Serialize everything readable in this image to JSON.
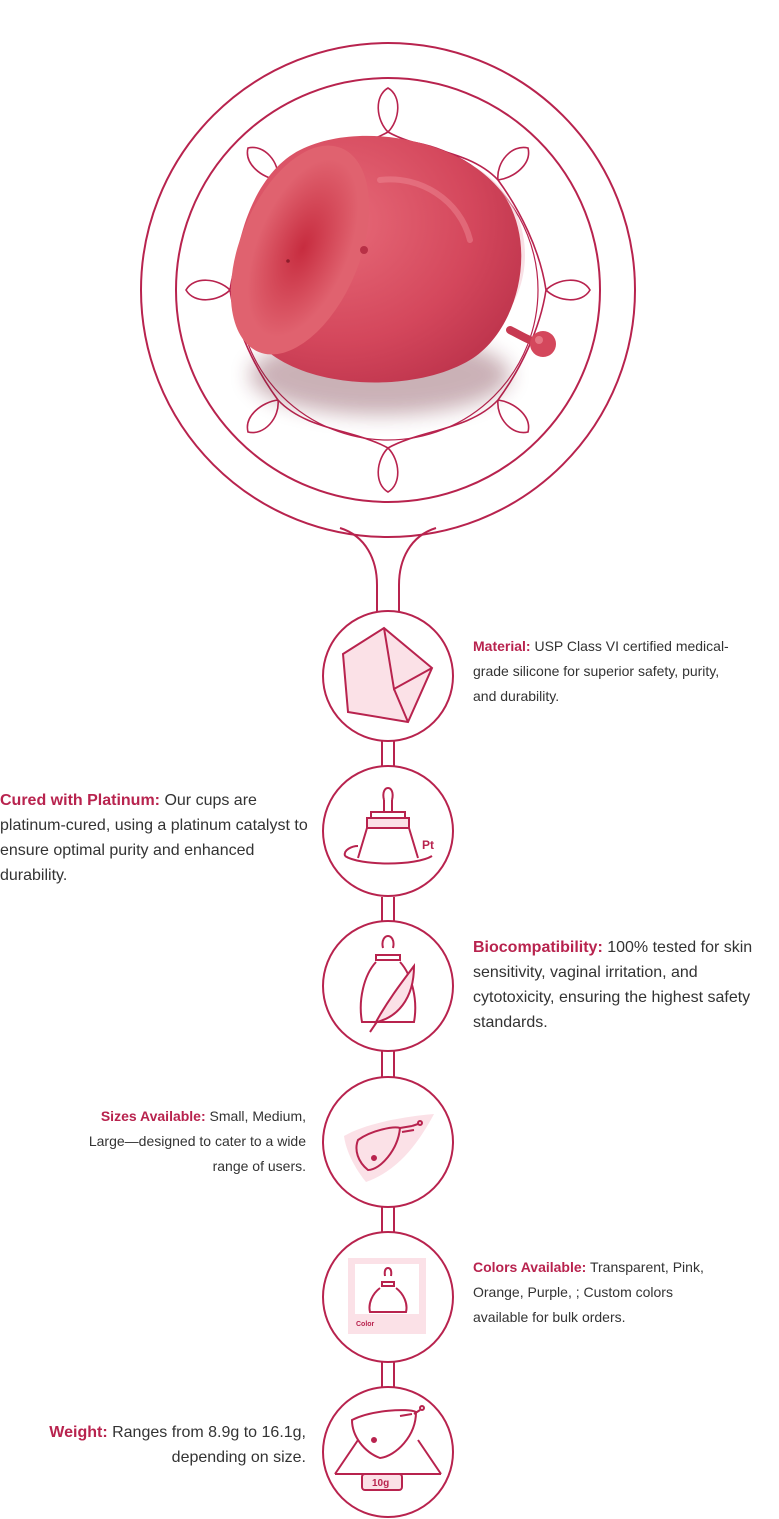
{
  "colors": {
    "accent": "#b8234e",
    "cup": "#d4475c",
    "cup_light": "#f3c6d0",
    "icon_fill": "#fbe1e7",
    "text": "#333333"
  },
  "hero": {
    "image": "menstrual-cup-illustration"
  },
  "features": [
    {
      "label": "Material:",
      "text": " USP Class VI certified medical-grade silicone for superior safety, purity, and durability.",
      "icon": "silicone-cube-icon",
      "icon_text": ""
    },
    {
      "label": "Cured with Platinum:",
      "text": " Our cups are platinum-cured, using a platinum catalyst to ensure optimal purity and enhanced durability.",
      "icon": "platinum-cup-icon",
      "icon_text": "Pt"
    },
    {
      "label": "Biocompatibility:",
      "text": " 100% tested for skin sensitivity, vaginal irritation, and cytotoxicity, ensuring the highest safety standards.",
      "icon": "feather-cup-icon",
      "icon_text": ""
    },
    {
      "label": "Sizes Available:",
      "text": " Small, Medium, Large—designed to cater to a wide range of users.",
      "icon": "cup-sizes-icon",
      "icon_text": ""
    },
    {
      "label": "Colors Available:",
      "text": " Transparent, Pink, Orange, Purple, ; Custom colors available for bulk orders.",
      "icon": "color-swatch-icon",
      "icon_text": "Color"
    },
    {
      "label": "Weight:",
      "text": " Ranges from 8.9g to 16.1g, depending on size.",
      "icon": "scale-weight-icon",
      "icon_text": "10g"
    }
  ]
}
